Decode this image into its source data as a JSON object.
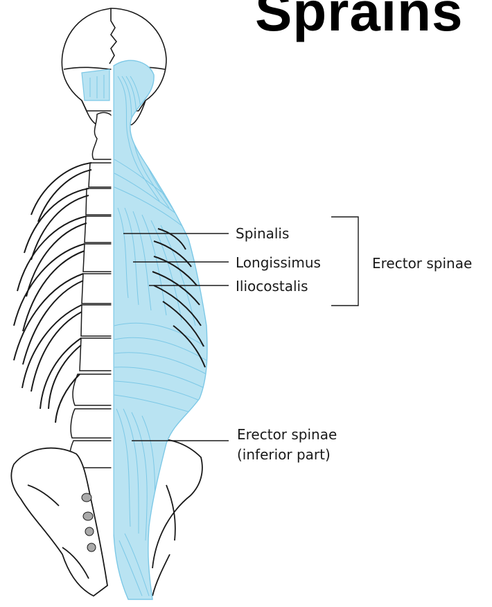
{
  "title": "Sprains",
  "labels": {
    "spinalis": "Spinalis",
    "longissimus": "Longissimus",
    "iliocostalis": "Iliocostalis",
    "erector_group": "Erector spinae",
    "inferior_line1": "Erector spinae",
    "inferior_line2": "(inferior part)"
  },
  "colors": {
    "muscle_fill": "#b9e3f2",
    "muscle_line": "#7cc8e6",
    "bone_line": "#1a1a1a",
    "sacral_holes": "#a9a9a9"
  }
}
